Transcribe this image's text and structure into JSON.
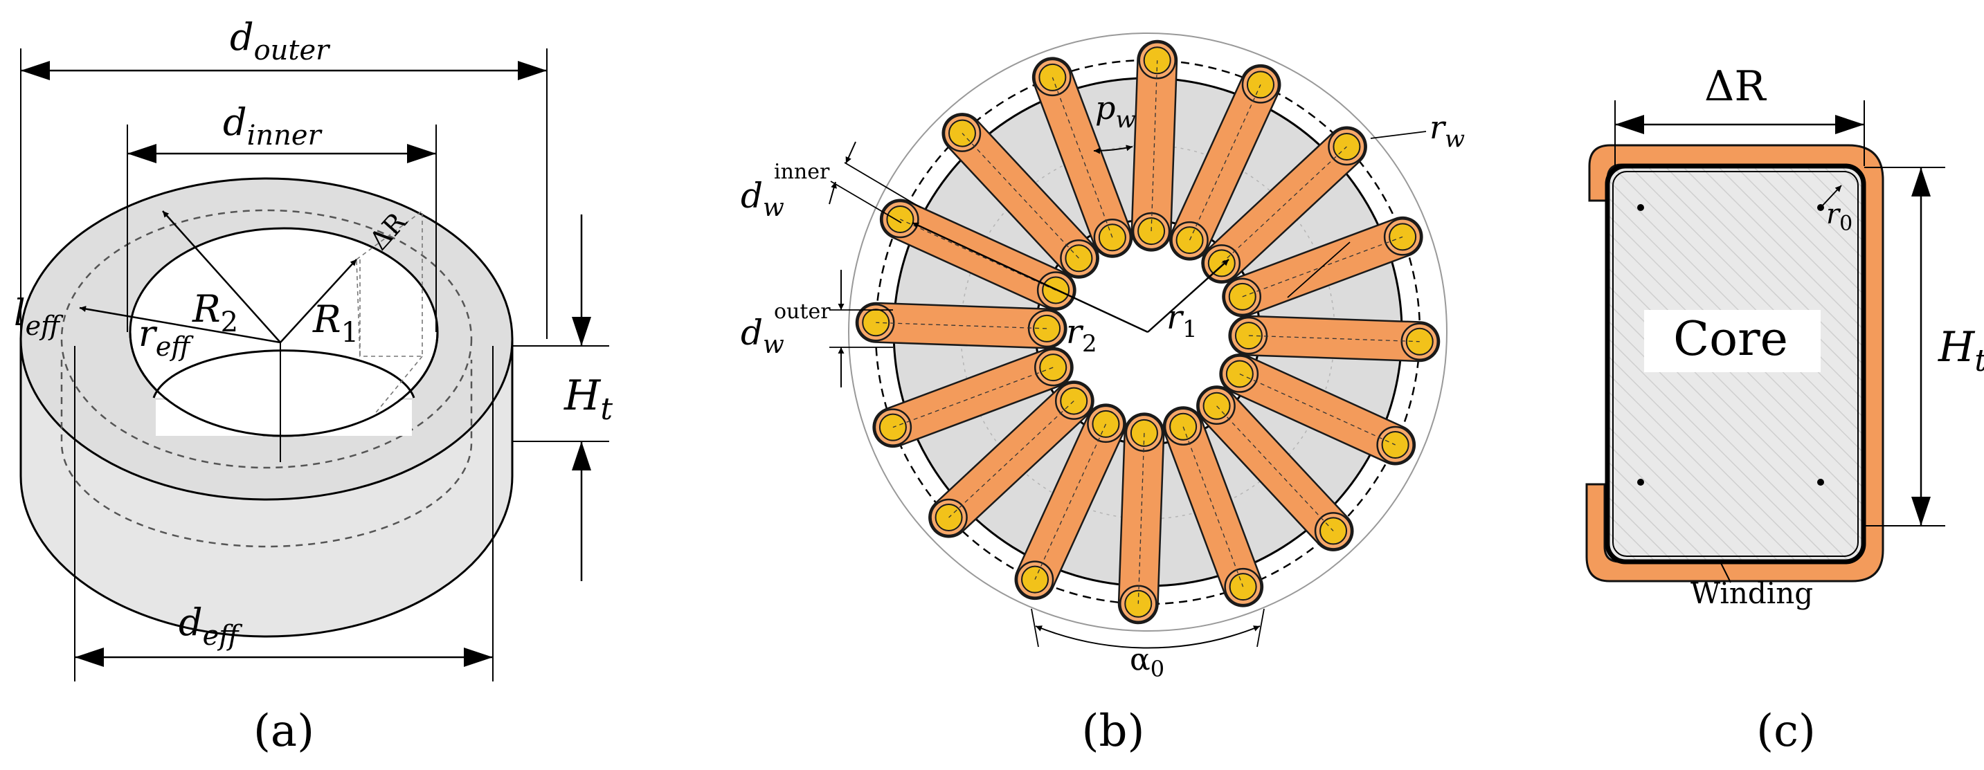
{
  "colors": {
    "background": "#ffffff",
    "core_fill": "#e8e8e8",
    "core_face": "#dcdcdc",
    "winding_orange": "#f39b5b",
    "winding_outline": "#1a1a1a",
    "wire_yellow": "#f2c21a",
    "wire_ring": "#f7a86a",
    "dashed_line": "#555555",
    "thin_circle": "#9a9a9a",
    "hatch": "#c8c8c8"
  },
  "panel_a": {
    "caption": "(a)",
    "d_outer": {
      "main": "d",
      "sub": "outer"
    },
    "d_inner": {
      "main": "d",
      "sub": "inner"
    },
    "d_eff": {
      "main": "d",
      "sub": "eff"
    },
    "R2": {
      "main": "R",
      "sub": "2"
    },
    "R1": {
      "main": "R",
      "sub": "1"
    },
    "delta_R": "ΔR",
    "l_eff": {
      "main": "l",
      "sub": "eff"
    },
    "r_eff": {
      "main": "r",
      "sub": "eff"
    },
    "H_t": {
      "main": "H",
      "sub": "t"
    }
  },
  "panel_b": {
    "caption": "(b)",
    "p_w": {
      "main": "p",
      "sub": "w"
    },
    "r_w": {
      "main": "r",
      "sub": "w"
    },
    "d_w_inner": {
      "main": "d",
      "sub": "w",
      "sup": "inner"
    },
    "d_w_outer": {
      "main": "d",
      "sub": "w",
      "sup": "outer"
    },
    "r_2": {
      "main": "r",
      "sub": "2"
    },
    "r_1": {
      "main": "r",
      "sub": "1"
    },
    "alpha_0": {
      "main": "α",
      "sub": "0"
    },
    "winding_count": 16
  },
  "panel_c": {
    "caption": "(c)",
    "delta_R": "ΔR",
    "core_label": "Core",
    "r_0": {
      "main": "r",
      "sub": "0"
    },
    "H_t": {
      "main": "H",
      "sub": "t"
    },
    "winding_label": "Winding"
  }
}
